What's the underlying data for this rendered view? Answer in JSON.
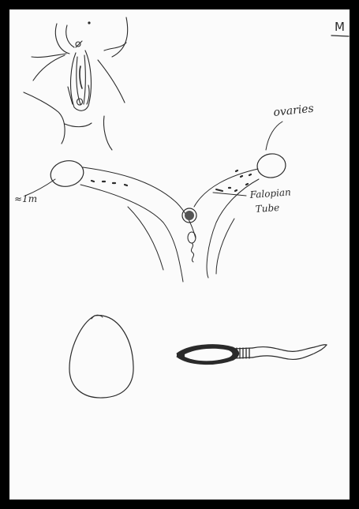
{
  "page": {
    "corner_mark": "M"
  },
  "labels": {
    "ovaries": "ovaries",
    "size_note": "≈1m",
    "tube_line1": "Falopian",
    "tube_line2": "Tube"
  },
  "colors": {
    "frame": "#000000",
    "paper": "#fbfbfb",
    "ink": "#2a2a2a"
  }
}
